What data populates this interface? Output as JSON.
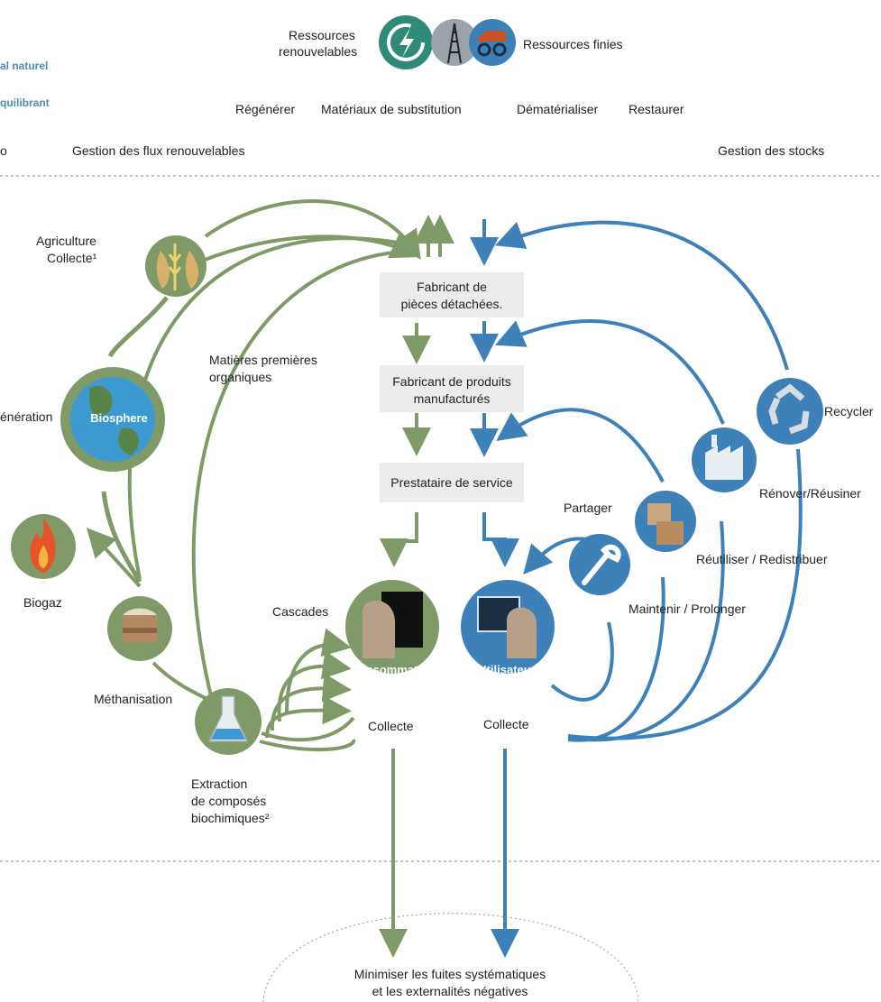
{
  "header": {
    "left_line1": "al naturel",
    "left_line2": "quilibrant",
    "left_line3": "o",
    "renewable_label_line1": "Ressources",
    "renewable_label_line2": "renouvelables",
    "finite_label": "Ressources finies",
    "actions": [
      "Régénérer",
      "Matériaux de substitution",
      "Dématérialiser",
      "Restaurer"
    ],
    "flux_label": "Gestion des flux renouvelables",
    "stock_label": "Gestion des stocks"
  },
  "bio_side": {
    "agriculture_line1": "Agriculture",
    "agriculture_line2": "Collecte¹",
    "biosphere": "Biosphere",
    "regeneration": "énération",
    "biogaz": "Biogaz",
    "methanisation": "Méthanisation",
    "extraction_line1": "Extraction",
    "extraction_line2": "de composés",
    "extraction_line3": "biochimiques²",
    "organic_line1": "Matières premières",
    "organic_line2": "organiques",
    "cascades": "Cascades",
    "consumer": "Consommateur",
    "collect_left": "Collecte"
  },
  "center": {
    "box1_line1": "Fabricant de",
    "box1_line2": "pièces détachées.",
    "box2_line1": "Fabricant de produits",
    "box2_line2": "manufacturés",
    "box3": "Prestataire de service"
  },
  "tech_side": {
    "user": "Utilisateur",
    "collect_right": "Collecte",
    "share": "Partager",
    "maintain": "Maintenir / Prolonger",
    "reuse": "Réutiliser / Redistribuer",
    "renovate": "Rénover/Réusiner",
    "recycle": "Recycler"
  },
  "bottom": {
    "line1": "Minimiser les fuites systématiques",
    "line2": "et les externalités négatives"
  },
  "colors": {
    "green": "#7f9a66",
    "blue": "#3d81b8",
    "box": "#ececec",
    "teal": "#2f8a78"
  }
}
